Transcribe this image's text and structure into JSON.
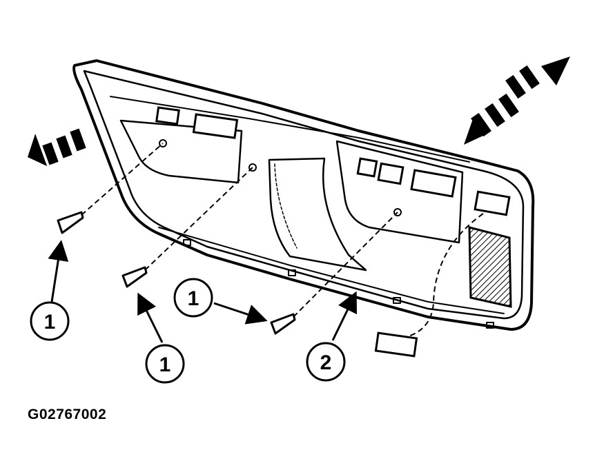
{
  "diagram": {
    "figure_code": "G02767002",
    "callouts": [
      {
        "id": "screw-callout-1a",
        "label": "1"
      },
      {
        "id": "screw-callout-1b",
        "label": "1"
      },
      {
        "id": "screw-callout-1c",
        "label": "1"
      },
      {
        "id": "panel-callout-2",
        "label": "2"
      }
    ],
    "colors": {
      "line": "#000000",
      "background": "#ffffff",
      "shade": "#888888"
    }
  }
}
